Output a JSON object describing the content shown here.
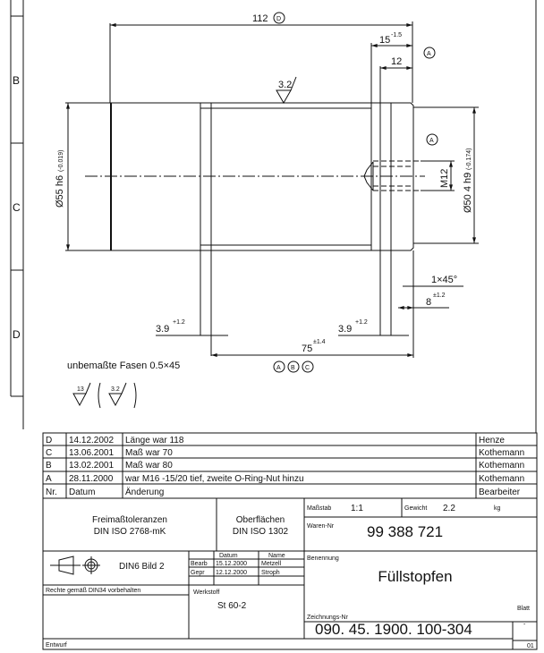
{
  "zones": [
    "B",
    "C",
    "D"
  ],
  "dimensions": {
    "overall_length": "112",
    "overall_length_rev": "D",
    "groove_pos": "15",
    "groove_pos_tol": "-1.5",
    "groove_pos_rev": "A",
    "flange_width": "12",
    "dia_55": "Ø55 h6",
    "dia_55_tol": "(-0.019)",
    "dia_50": "Ø50 4 h9",
    "dia_50_tol": "(-0.174)",
    "thread": "M12",
    "thread_rev": "A",
    "chamfer": "1×45°",
    "width_8": "8",
    "width_8_tol": "±1.2",
    "groove_left": "3.9",
    "groove_left_tol": "+1.2",
    "groove_right": "3.9",
    "groove_right_tol": "+1.2",
    "length_75": "75",
    "length_75_tol": "±1.4",
    "rev_marks": [
      "A",
      "B",
      "C"
    ]
  },
  "surface": {
    "top_symbol": "3.2",
    "general": "13",
    "general_other": "3.2"
  },
  "notes": {
    "chamfers": "unbemaßte Fasen 0.5×45"
  },
  "revisions": {
    "headers": {
      "nr": "Nr.",
      "date": "Datum",
      "change": "Änderung",
      "editor": "Bearbeiter"
    },
    "rows": [
      {
        "nr": "D",
        "date": "14.12.2002",
        "change": "Länge war 118",
        "editor": "Henze"
      },
      {
        "nr": "C",
        "date": "13.06.2001",
        "change": "Maß war 70",
        "editor": "Kothemann"
      },
      {
        "nr": "B",
        "date": "13.02.2001",
        "change": "Maß war 80",
        "editor": "Kothemann"
      },
      {
        "nr": "A",
        "date": "28.11.2000",
        "change": "war M16 -15/20 tief, zweite O-Ring-Nut hinzu",
        "editor": "Kothemann"
      }
    ]
  },
  "title_block": {
    "tolerances_label": "Freimaßtoleranzen",
    "tolerances_std": "DIN ISO 2768-mK",
    "surfaces_label": "Oberflächen",
    "surfaces_std": "DIN ISO 1302",
    "projection": "DIN6 Bild 2",
    "rights": "Rechte gemäß DIN34 vorbehalten",
    "scale_label": "Maßstab",
    "scale_value": "1:1",
    "weight_label": "Gewicht",
    "weight_value": "2.2",
    "weight_unit": "kg",
    "item_label": "Waren-Nr",
    "item_value": "99 388 721",
    "date_header": "Datum",
    "name_header": "Name",
    "drawn_label": "Bearb",
    "drawn_date": "15.12.2000",
    "drawn_name": "Metzell",
    "checked_label": "Gepr",
    "checked_date": "12.12.2000",
    "checked_name": "Stroph",
    "material_label": "Werkstoff",
    "material_value": "St 60-2",
    "name_label": "Benennung",
    "name_value": "Füllstopfen",
    "drawing_no_label": "Zeichnungs-Nr",
    "drawing_no": "090. 45. 1900. 100-304",
    "sheet_label": "Blatt",
    "sheet_value": "-",
    "sheet_count": "01",
    "status": "Entwurf"
  }
}
